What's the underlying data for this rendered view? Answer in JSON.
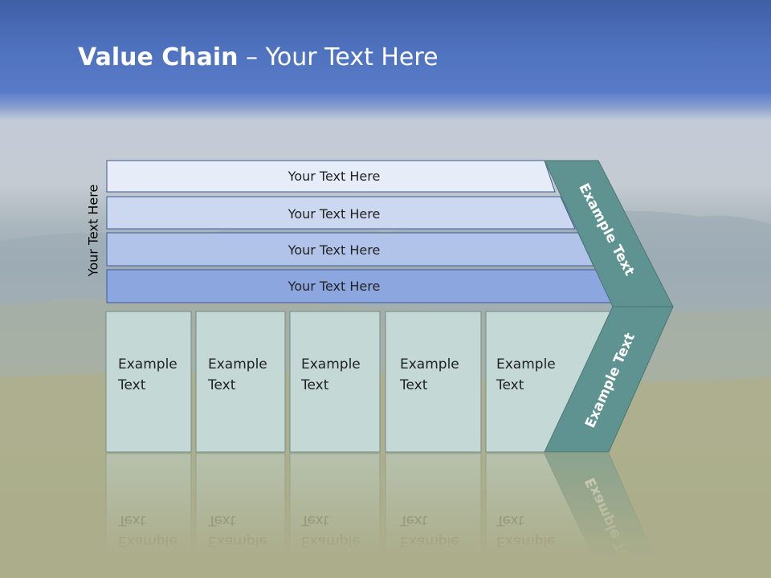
{
  "title": {
    "bold": "Value Chain",
    "rest": " – Your Text Here"
  },
  "side_label": "Your Text Here",
  "bars": [
    {
      "label": "Your Text Here"
    },
    {
      "label": "Your Text Here"
    },
    {
      "label": "Your Text Here"
    },
    {
      "label": "Your Text Here"
    }
  ],
  "boxes": [
    {
      "line1": "Example",
      "line2": "Text"
    },
    {
      "line1": "Example",
      "line2": "Text"
    },
    {
      "line1": "Example",
      "line2": "Text"
    },
    {
      "line1": "Example",
      "line2": "Text"
    },
    {
      "line1": "Example",
      "line2": "Text"
    }
  ],
  "arrow": {
    "upper": "Example Text",
    "lower": "Example Text"
  },
  "colors": {
    "bar_1": "#e6ecf8",
    "bar_2": "#ccd8f0",
    "bar_3": "#b1c3e8",
    "bar_4": "#8ca6df",
    "bar_border": "#3d5a96",
    "box_fill": "#c4d8d6",
    "box_border": "#6f8e8b",
    "arrow_fill": "#5f9391"
  }
}
